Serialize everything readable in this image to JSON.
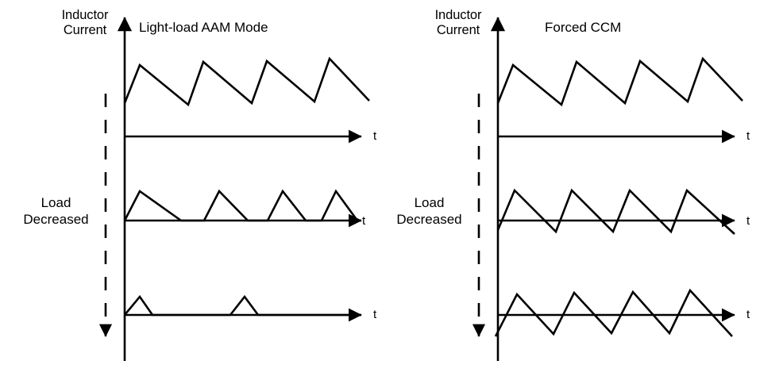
{
  "figure": {
    "title": "Inductor current waveforms under decreasing load for two converter modes",
    "stroke_color": "#000000",
    "background_color": "#ffffff"
  },
  "panels": [
    {
      "id": "light-load-aam",
      "title": "Light-load AAM Mode",
      "y_axis_label_line1": "Inductor",
      "y_axis_label_line2": "Current",
      "load_label_line1": "Load",
      "load_label_line2": "Decreased",
      "time_axis_label": "t",
      "traces": [
        {
          "name": "heavy-load-ccm",
          "mode": "CCM sawtooth above zero",
          "time_label": "t"
        },
        {
          "name": "medium-load-dcm",
          "mode": "DCM triangular pulses touching zero",
          "time_label": "t"
        },
        {
          "name": "light-load-pulse-skipping",
          "mode": "Pulse skipping, two small bursts",
          "time_label": "t"
        }
      ]
    },
    {
      "id": "forced-ccm",
      "title": "Forced CCM",
      "y_axis_label_line1": "Inductor",
      "y_axis_label_line2": "Current",
      "load_label_line1": "Load",
      "load_label_line2": "Decreased",
      "time_axis_label": "t",
      "traces": [
        {
          "name": "heavy-load-ccm",
          "mode": "CCM sawtooth above zero",
          "time_label": "t"
        },
        {
          "name": "medium-load-ccm",
          "mode": "CCM sawtooth crossing zero",
          "time_label": "t"
        },
        {
          "name": "light-load-forced-ccm",
          "mode": "Forced CCM, large negative current",
          "time_label": "t"
        }
      ]
    }
  ],
  "chart_data": {
    "type": "line",
    "title": "Inductor Current vs time — Light-load AAM Mode and Forced CCM",
    "xlabel": "t",
    "ylabel": "Inductor Current",
    "grid": false,
    "legend": "none",
    "annotations": [
      "Light-load AAM Mode",
      "Forced CCM",
      "Load Decreased",
      "Load Decreased"
    ],
    "panels": [
      {
        "panel": "Light-load AAM Mode",
        "origin_x": 157,
        "axis_top_y": 22,
        "axis_bottom_y": 455,
        "arrow_tip_x": 455,
        "t_label_x": 470,
        "series": [
          {
            "name": "heavy-load-ccm",
            "baseline_y": 172,
            "points": [
              [
                157,
                130
              ],
              [
                176,
                82
              ],
              [
                237,
                132
              ],
              [
                256,
                78
              ],
              [
                317,
                130
              ],
              [
                336,
                77
              ],
              [
                396,
                128
              ],
              [
                415,
                74
              ],
              [
                465,
                127
              ]
            ]
          },
          {
            "name": "medium-load-dcm",
            "baseline_y": 278,
            "points": [
              [
                157,
                278
              ],
              [
                176,
                241
              ],
              [
                228,
                278
              ],
              [
                257,
                278
              ],
              [
                276,
                241
              ],
              [
                312,
                278
              ],
              [
                337,
                278
              ],
              [
                356,
                241
              ],
              [
                385,
                278
              ],
              [
                405,
                278
              ],
              [
                423,
                241
              ],
              [
                450,
                278
              ],
              [
                455,
                278
              ]
            ]
          },
          {
            "name": "light-load-pulse-skipping",
            "baseline_y": 397,
            "points": [
              [
                157,
                397
              ],
              [
                176,
                374
              ],
              [
                192,
                397
              ],
              [
                290,
                397
              ],
              [
                308,
                374
              ],
              [
                325,
                397
              ],
              [
                455,
                397
              ]
            ]
          }
        ]
      },
      {
        "panel": "Forced CCM",
        "origin_x": 627,
        "axis_top_y": 22,
        "axis_bottom_y": 455,
        "arrow_tip_x": 925,
        "t_label_x": 940,
        "series": [
          {
            "name": "heavy-load-ccm",
            "baseline_y": 172,
            "points": [
              [
                627,
                130
              ],
              [
                646,
                82
              ],
              [
                707,
                132
              ],
              [
                726,
                78
              ],
              [
                787,
                130
              ],
              [
                806,
                77
              ],
              [
                866,
                128
              ],
              [
                885,
                74
              ],
              [
                935,
                127
              ]
            ]
          },
          {
            "name": "medium-load-ccm",
            "baseline_y": 278,
            "points": [
              [
                627,
                290
              ],
              [
                648,
                240
              ],
              [
                700,
                292
              ],
              [
                720,
                240
              ],
              [
                772,
                292
              ],
              [
                793,
                240
              ],
              [
                845,
                292
              ],
              [
                865,
                240
              ],
              [
                925,
                295
              ]
            ]
          },
          {
            "name": "light-load-forced-ccm",
            "baseline_y": 397,
            "points": [
              [
                624,
                424
              ],
              [
                651,
                371
              ],
              [
                697,
                421
              ],
              [
                723,
                369
              ],
              [
                770,
                420
              ],
              [
                797,
                368
              ],
              [
                843,
                420
              ],
              [
                869,
                366
              ],
              [
                922,
                424
              ]
            ]
          }
        ]
      }
    ]
  },
  "dashed_arrows": [
    {
      "name": "load-decreasing-arrow-left",
      "x": 133,
      "y_start": 118,
      "y_end": 424,
      "direction": "down"
    },
    {
      "name": "load-decreasing-arrow-right",
      "x": 603,
      "y_start": 118,
      "y_end": 424,
      "direction": "down"
    }
  ]
}
